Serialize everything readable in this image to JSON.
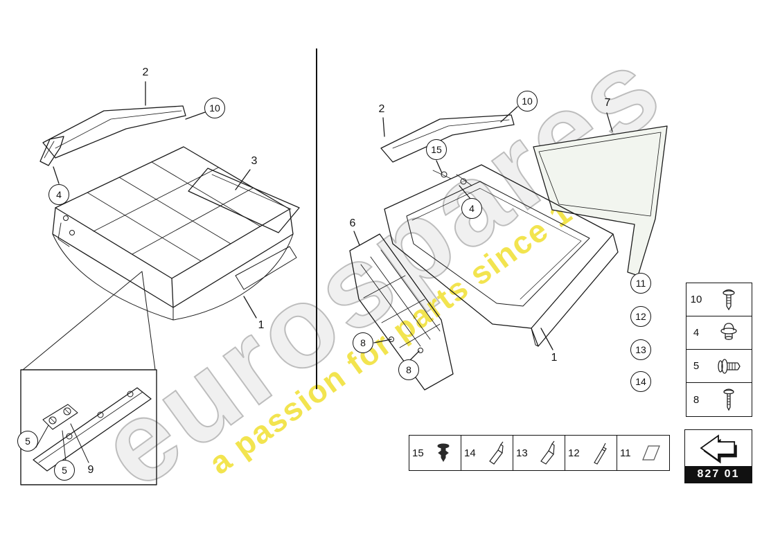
{
  "watermark": {
    "brand": "eurospares",
    "tagline": "a passion for parts since 1985",
    "brand_color": "#c8c8c8",
    "tagline_color": "#f0e037"
  },
  "diagram_left": {
    "name": "engine cover assembled view with inset detail",
    "callouts": [
      {
        "label": "2"
      },
      {
        "label": "10"
      },
      {
        "label": "4"
      },
      {
        "label": "3"
      },
      {
        "label": "1"
      }
    ],
    "inset": {
      "callouts": [
        {
          "label": "5"
        },
        {
          "label": "5"
        },
        {
          "label": "9"
        }
      ]
    }
  },
  "diagram_right": {
    "name": "engine cover exploded view",
    "callouts": [
      {
        "label": "2"
      },
      {
        "label": "10"
      },
      {
        "label": "15"
      },
      {
        "label": "4"
      },
      {
        "label": "7"
      },
      {
        "label": "6"
      },
      {
        "label": "8"
      },
      {
        "label": "8"
      },
      {
        "label": "1"
      }
    ],
    "stack": [
      {
        "label": "11"
      },
      {
        "label": "12"
      },
      {
        "label": "13"
      },
      {
        "label": "14"
      }
    ]
  },
  "fastener_table": {
    "rows": [
      {
        "num": "10",
        "icon": "pan-head-screw-icon"
      },
      {
        "num": "4",
        "icon": "grommet-nut-icon"
      },
      {
        "num": "5",
        "icon": "rivet-fastener-icon"
      },
      {
        "num": "8",
        "icon": "screw-icon"
      }
    ]
  },
  "consumable_table": {
    "cells": [
      {
        "num": "15",
        "icon": "expanding-rivet-icon"
      },
      {
        "num": "14",
        "icon": "lubricant-applicator-icon"
      },
      {
        "num": "13",
        "icon": "lubricant-applicator-icon"
      },
      {
        "num": "12",
        "icon": "sealant-stick-icon"
      },
      {
        "num": "11",
        "icon": "adhesive-pad-icon"
      }
    ]
  },
  "part_group": {
    "code": "827 01"
  }
}
